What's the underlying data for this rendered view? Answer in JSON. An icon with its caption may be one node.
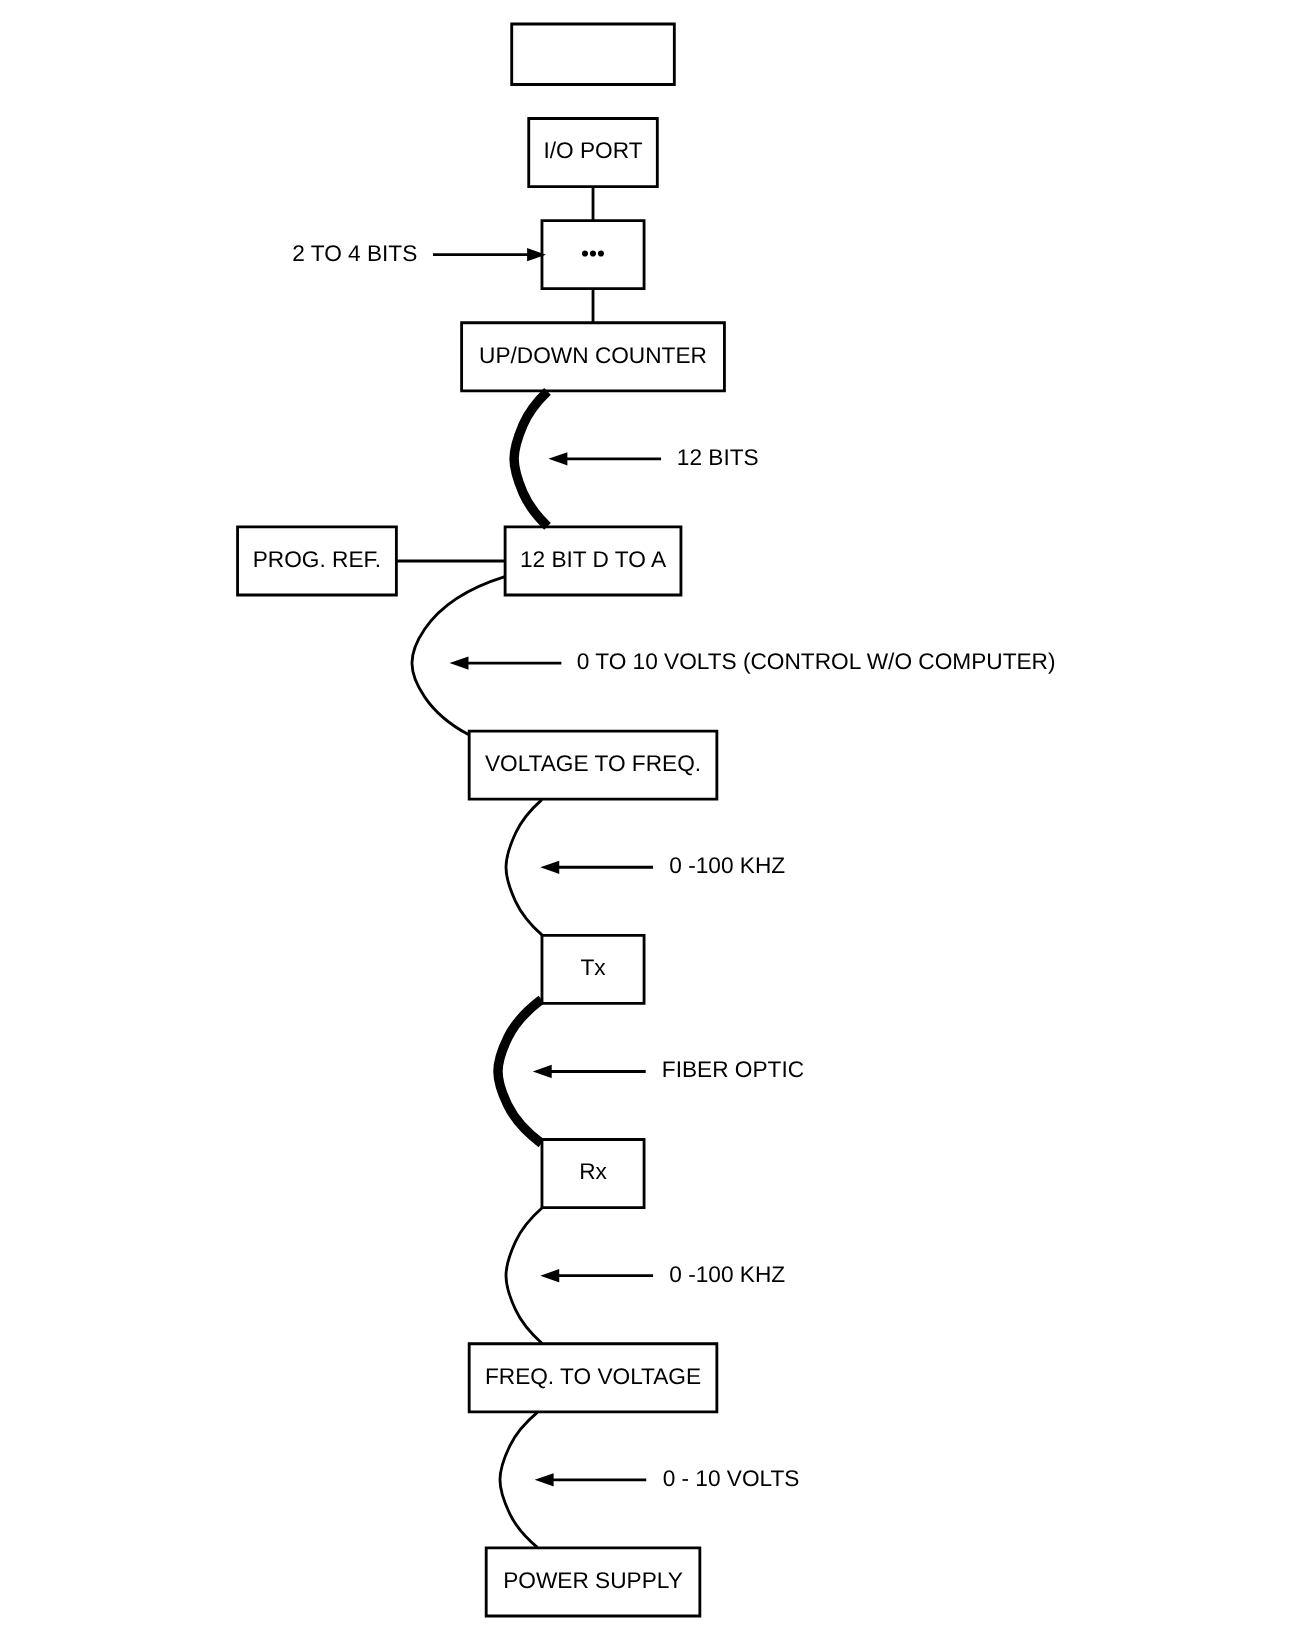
{
  "diagram": {
    "nodes": [
      {
        "text": [],
        "shape": "box"
      },
      {
        "text": [
          "I/O PORT"
        ]
      },
      {
        "text": [
          "•••"
        ]
      },
      {
        "text": [
          "2 TO 4 BITS"
        ]
      },
      {
        "text": [
          "UP/DOWN COUNTER"
        ]
      },
      {
        "text": [
          "12 BITS"
        ]
      },
      {
        "text": [
          "PROG. REF."
        ]
      },
      {
        "text": [
          "12 BIT D TO A"
        ]
      },
      {
        "text": [
          "0 TO 10 VOLTS (CONTROL W/O COMPUTER)"
        ]
      },
      {
        "text": [
          "VOLTAGE TO FREQ."
        ]
      },
      {
        "text": [
          "0 -100 KHZ"
        ]
      },
      {
        "text": [
          "Tx"
        ]
      },
      {
        "text": [
          "FIBER OPTIC"
        ]
      },
      {
        "text": [
          "Rx"
        ]
      },
      {
        "text": [
          "0 -100 KHZ"
        ]
      },
      {
        "text": [
          "FREQ. TO VOLTAGE"
        ]
      },
      {
        "text": [
          "0 - 10 VOLTS"
        ]
      },
      {
        "text": [
          "POWER SUPPLY"
        ]
      }
    ],
    "edges": [
      {
        "from": 1,
        "to": 2,
        "arrow": "none"
      },
      {
        "from": 2,
        "to": 4,
        "arrow": "none"
      },
      {
        "from": 3,
        "to": 2,
        "arrow": "to"
      },
      {
        "from": 4,
        "to": 7,
        "arrow": "none",
        "style": "thick"
      },
      {
        "from": 5,
        "to": null,
        "arrow": "to"
      },
      {
        "from": 6,
        "to": 7,
        "arrow": "none"
      },
      {
        "from": 8,
        "to": null,
        "arrow": "to"
      },
      {
        "from": 7,
        "to": 9,
        "arrow": "none"
      },
      {
        "from": 10,
        "to": null,
        "arrow": "to"
      },
      {
        "from": 9,
        "to": 11,
        "arrow": "none"
      },
      {
        "from": 12,
        "to": null,
        "arrow": "to"
      },
      {
        "from": 11,
        "to": 13,
        "arrow": "none",
        "style": "thick"
      },
      {
        "from": 14,
        "to": null,
        "arrow": "to"
      },
      {
        "from": 13,
        "to": 15,
        "arrow": "none"
      },
      {
        "from": 16,
        "to": null,
        "arrow": "to"
      },
      {
        "from": 15,
        "to": 17,
        "arrow": "none"
      }
    ]
  }
}
